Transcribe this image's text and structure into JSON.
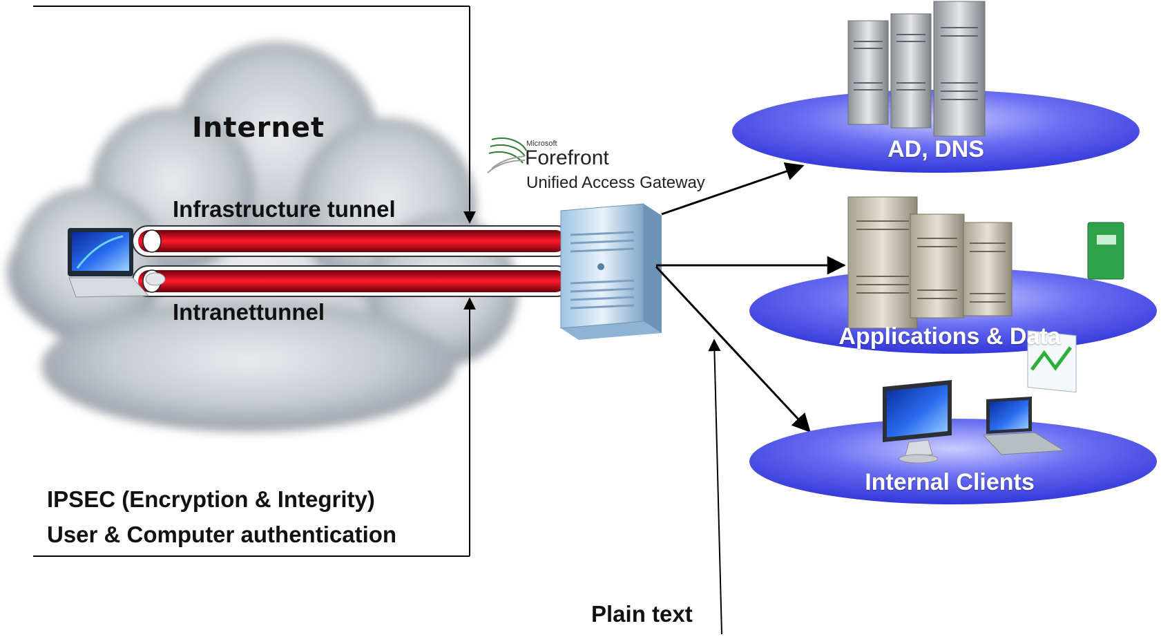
{
  "diagram": {
    "cloud_label": "Internet",
    "tunnels": {
      "infrastructure_label": "Infrastructure tunnel",
      "intranet_label": "Intranettunnel"
    },
    "gateway": {
      "brand_small": "Microsoft",
      "brand_name": "Forefront",
      "product": "Unified Access Gateway"
    },
    "annotations": {
      "ipsec_line1": "IPSEC (Encryption & Integrity)",
      "ipsec_line2": "User & Computer authentication",
      "plain_text": "Plain text"
    },
    "destinations": [
      {
        "label": "AD, DNS"
      },
      {
        "label": "Applications & Data"
      },
      {
        "label": "Internal Clients"
      }
    ],
    "colors": {
      "tunnel_red": "#d4061a",
      "pill_blue": "#3a3ee0",
      "cloud_grey": "#c9cdd3",
      "line_black": "#000000"
    }
  }
}
